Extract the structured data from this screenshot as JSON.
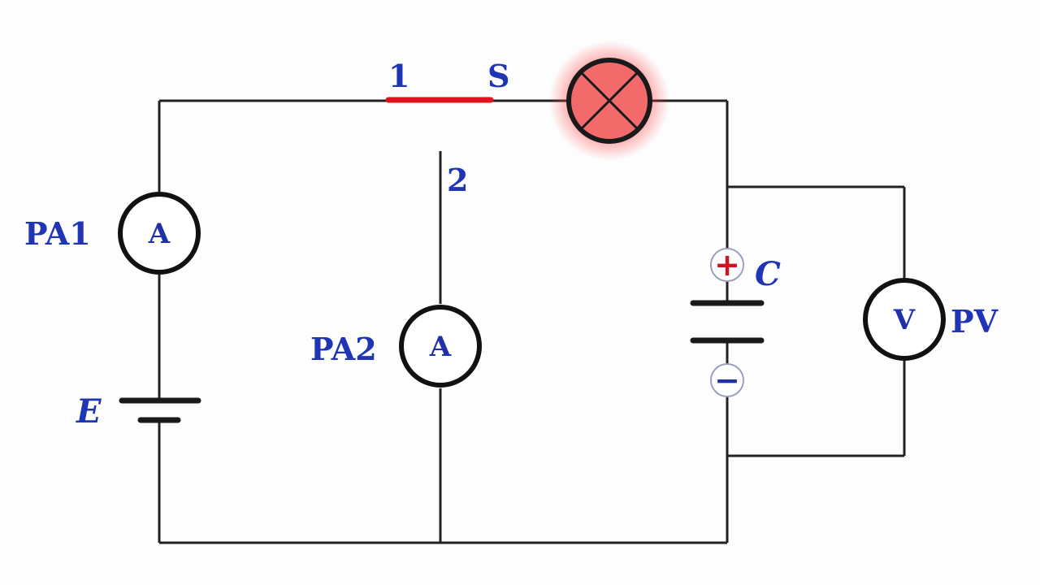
{
  "labels": {
    "pa1": "PA1",
    "pa2": "PA2",
    "pv": "PV",
    "emf": "E",
    "capacitor": "C",
    "switch": "S",
    "switch_contact_1": "1",
    "switch_contact_2": "2"
  },
  "meters": {
    "pa1_symbol": "A",
    "pa2_symbol": "A",
    "pv_symbol": "V"
  },
  "polarity": {
    "plus": "+",
    "minus": "−"
  },
  "colors": {
    "wire": "#222222",
    "label": "#1f35b5",
    "switch_blade": "#e0131c",
    "lamp_glow": "#ff3b3b",
    "lamp_fill": "#f26a6a",
    "plus_sign": "#d0141c",
    "minus_sign": "#2030a8"
  },
  "state": {
    "switch_position": "1",
    "lamp_lit": true
  }
}
